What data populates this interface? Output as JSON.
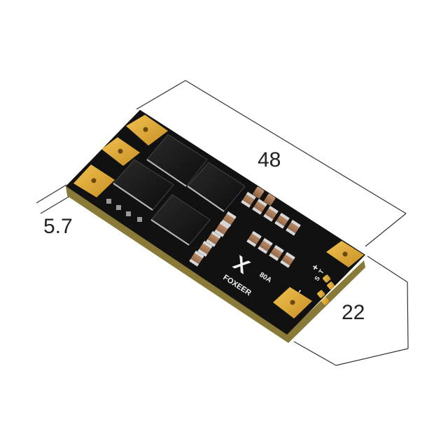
{
  "dimensions": {
    "length": "48",
    "width": "22",
    "height": "5.7"
  },
  "board": {
    "brand": "FOXEER",
    "rating": "80A",
    "pads": {
      "plus": "+",
      "minus": "-",
      "signal_s": "S",
      "signal_t": "T"
    }
  },
  "colors": {
    "pcb": "#111111",
    "pad_gold": "#d9a43a",
    "mosfet": "#1c1c1c",
    "capacitor": "#a87a55"
  }
}
